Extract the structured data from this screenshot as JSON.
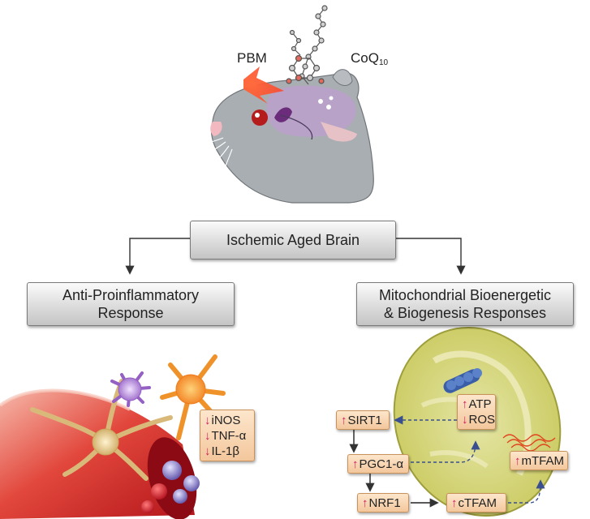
{
  "top": {
    "pbm_label": "PBM",
    "coq_label": "CoQ",
    "coq_subscript": "10"
  },
  "central_box": {
    "label": "Ischemic Aged Brain"
  },
  "left_box": {
    "line1": "Anti-Proinflammatory",
    "line2": "Response"
  },
  "right_box": {
    "line1": "Mitochondrial Bioenergetic",
    "line2": "& Biogenesis Responses"
  },
  "inflammation_markers": {
    "arrow": "↓",
    "items": [
      "iNOS",
      "TNF-α",
      "IL-1β"
    ]
  },
  "mito_nodes": {
    "arrow": "↑",
    "down_arrow": "↓",
    "sirt1": "SIRT1",
    "pgc1": "PGC1-α",
    "nrf1": "NRF1",
    "ctfam": "cTFAM",
    "mtfam": "mTFAM",
    "atp": "ATP",
    "ros": "ROS"
  },
  "colors": {
    "marker_arrow": "#d81b60",
    "box_border": "#7a7a7a",
    "orange_box": "#f3c79c",
    "mito_fill": "#d4d47a",
    "vessel_red": "#d8252a",
    "dashed_arrow": "#3a4f8f"
  }
}
